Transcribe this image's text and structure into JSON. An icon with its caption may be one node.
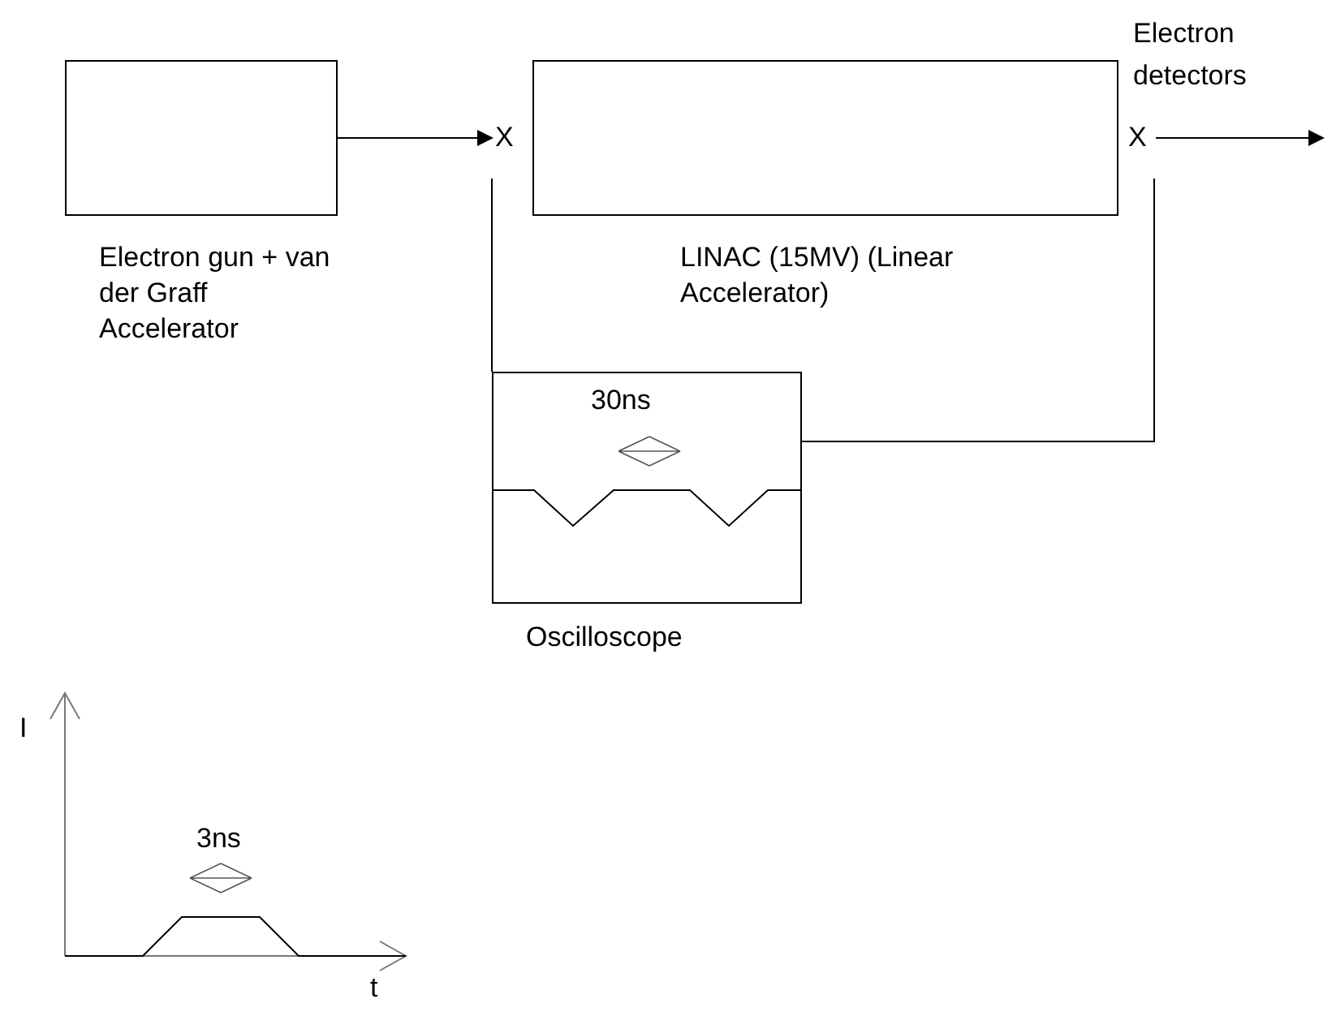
{
  "diagram": {
    "nodes": [
      {
        "text": [
          "Electron gun + van der Graff Accelerator"
        ]
      },
      {
        "text": [
          "X"
        ]
      },
      {
        "text": [
          "LINAC (15MV) (Linear Accelerator)"
        ]
      },
      {
        "text": [
          "X"
        ]
      },
      {
        "text": [
          "30ns",
          "Oscilloscope"
        ]
      }
    ],
    "edges": [
      {
        "from": 0,
        "to": 1,
        "arrow": "to"
      },
      {
        "from": 3,
        "to": null,
        "arrow": "to"
      },
      {
        "from": 1,
        "to": 4,
        "arrow": "none"
      },
      {
        "from": 3,
        "to": 4,
        "arrow": "none"
      }
    ],
    "labels": [
      "Electron detectors",
      "I",
      "3ns",
      "t"
    ]
  }
}
